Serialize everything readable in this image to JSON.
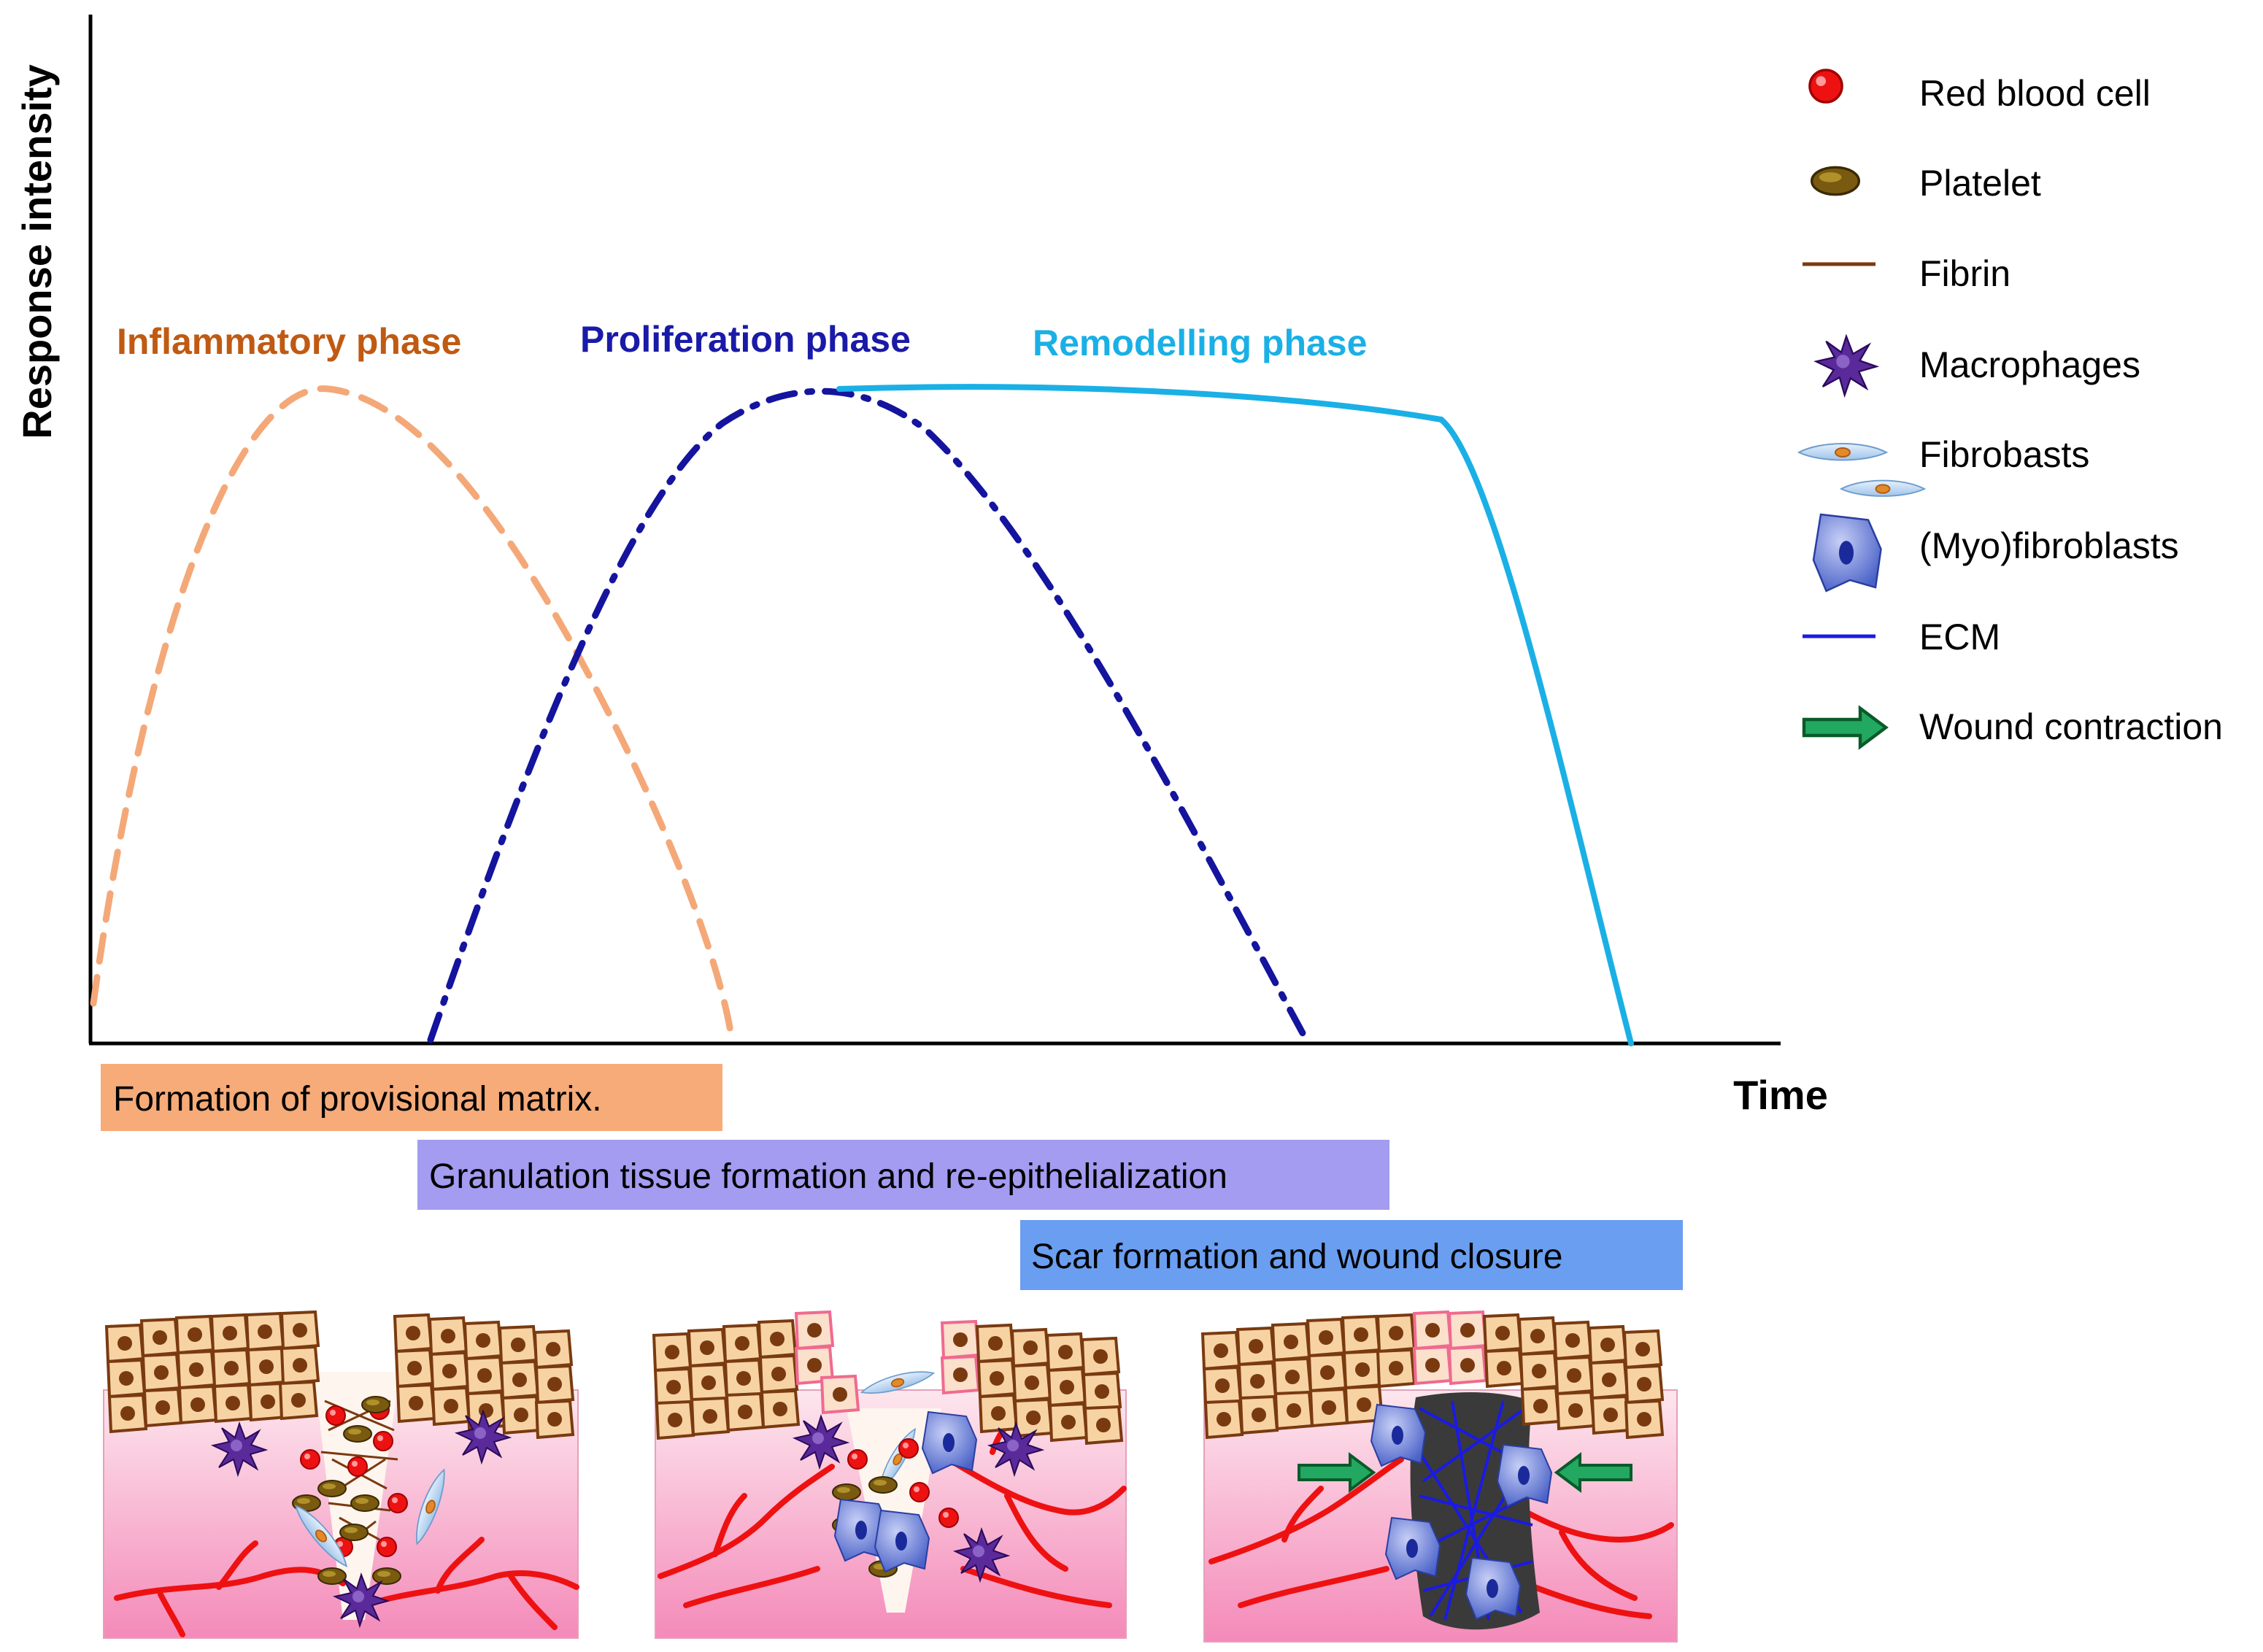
{
  "axes": {
    "y_label": "Response intensity",
    "x_label": "Time"
  },
  "phases": [
    {
      "label": "Inflammatory phase",
      "color": "#c05a12",
      "curve_color": "#f4a878",
      "style": "dashed"
    },
    {
      "label": "Proliferation phase",
      "color": "#1a1aa8",
      "curve_color": "#14149e",
      "style": "dash-dot"
    },
    {
      "label": "Remodelling phase",
      "color": "#1ab0e6",
      "curve_color": "#1ab0e6",
      "style": "solid"
    }
  ],
  "stages": [
    {
      "text": "Formation of provisional matrix.",
      "color": "#f6ab78"
    },
    {
      "text": "Granulation tissue formation and re-epithelialization",
      "color": "#a39cf0"
    },
    {
      "text": "Scar formation and wound closure",
      "color": "#6a9ef0"
    }
  ],
  "legend": [
    {
      "icon": "red-blood-cell-icon",
      "label": "Red blood cell"
    },
    {
      "icon": "platelet-icon",
      "label": "Platelet"
    },
    {
      "icon": "fibrin-icon",
      "label": "Fibrin"
    },
    {
      "icon": "macrophage-icon",
      "label": "Macrophages"
    },
    {
      "icon": "fibroblast-icon",
      "label": "Fibrobasts"
    },
    {
      "icon": "myofibroblast-icon",
      "label": "(Myo)fibroblasts"
    },
    {
      "icon": "ecm-icon",
      "label": "ECM"
    },
    {
      "icon": "wound-contraction-arrow-icon",
      "label": "Wound contraction"
    }
  ],
  "colors": {
    "skin_cell": "#f7d3a4",
    "skin_cell_border": "#7a3a10",
    "nucleus": "#7a3a10",
    "dermis_top": "#fde6ee",
    "dermis_bottom": "#f37fb2",
    "vessel": "#ee1111",
    "red_blood_cell": "#ee1111",
    "platelet": "#7a5a10",
    "macrophage": "#5a2a9a",
    "fibroblast": "#bcd8f2",
    "myofibroblast": "#6a7fd6",
    "ecm": "#1a1ae6",
    "scar": "#3a3a3a",
    "arrow": "#22a860"
  }
}
